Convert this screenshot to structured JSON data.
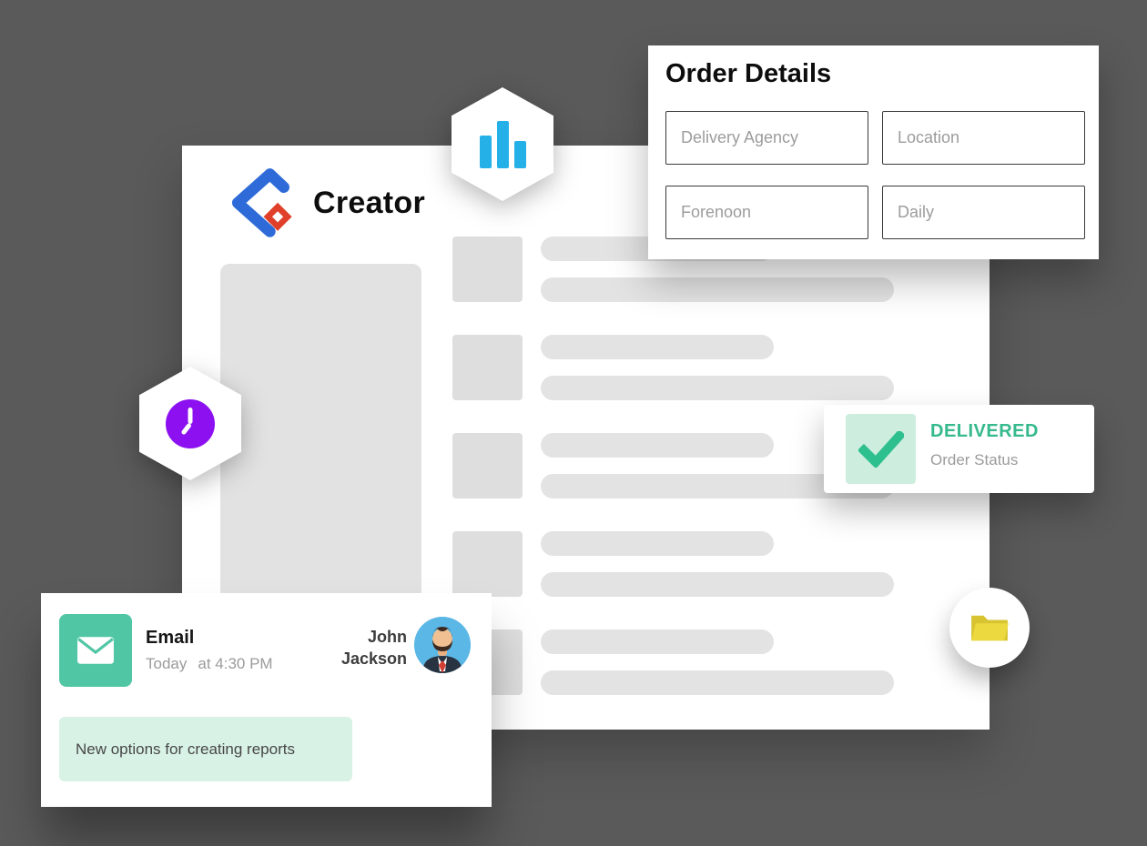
{
  "colors": {
    "background": "#5a5a5a",
    "card": "#ffffff",
    "placeholder_gray": "#e3e3e3",
    "teal_accent": "#35b98d",
    "mint_tile": "#50c6a4",
    "mint_light": "#d9f2e6",
    "check_tile": "#cdeede",
    "purple": "#8c10f0",
    "cyan": "#25b1e8",
    "folder_yellow": "#ecd93f",
    "logo_blue": "#2e6bd8",
    "logo_red": "#e0402a",
    "text_dark": "#0d0d0d",
    "text_gray": "#9b9b9b"
  },
  "icons": {
    "logo": "creator-logo-icon",
    "analytics_badge": "bar-chart-icon",
    "schedule_badge": "clock-icon",
    "order_status": "checkmark-icon",
    "email_tile": "envelope-icon",
    "files_badge": "folder-icon",
    "sender": "avatar-illustration"
  },
  "app_window": {
    "logo_text": "Creator"
  },
  "order_details": {
    "title": "Order Details",
    "fields": [
      {
        "placeholder": "Delivery Agency"
      },
      {
        "placeholder": "Location"
      },
      {
        "placeholder": "Forenoon"
      },
      {
        "placeholder": "Daily"
      }
    ]
  },
  "order_status": {
    "status": "DELIVERED",
    "label": "Order Status"
  },
  "email_notification": {
    "title": "Email",
    "date": "Today",
    "time": "at 4:30 PM",
    "sender": "John Jackson",
    "message": "New options for creating reports"
  }
}
